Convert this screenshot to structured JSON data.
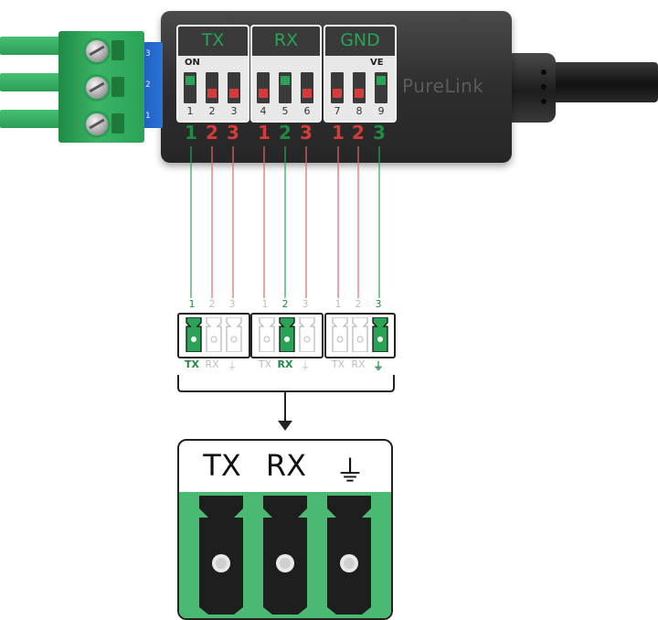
{
  "product": {
    "brand": "PureLink"
  },
  "connector": {
    "pin_labels": [
      "1",
      "2",
      "3"
    ]
  },
  "dip_switches": {
    "on_label": "ON",
    "ve_label": "VE",
    "groups": [
      {
        "title": "TX",
        "switches": [
          {
            "num": "1",
            "state": "on"
          },
          {
            "num": "2",
            "state": "off"
          },
          {
            "num": "3",
            "state": "off"
          }
        ],
        "pins": [
          "1",
          "2",
          "3"
        ],
        "active_pin": 1
      },
      {
        "title": "RX",
        "switches": [
          {
            "num": "4",
            "state": "off"
          },
          {
            "num": "5",
            "state": "on"
          },
          {
            "num": "6",
            "state": "off"
          }
        ],
        "pins": [
          "1",
          "2",
          "3"
        ],
        "active_pin": 2
      },
      {
        "title": "GND",
        "switches": [
          {
            "num": "7",
            "state": "off"
          },
          {
            "num": "8",
            "state": "off"
          },
          {
            "num": "9",
            "state": "on"
          }
        ],
        "pins": [
          "1",
          "2",
          "3"
        ],
        "active_pin": 3
      }
    ]
  },
  "terminal_mini": {
    "groups": [
      {
        "pins": [
          "1",
          "2",
          "3"
        ],
        "labels": [
          "TX",
          "RX",
          "⏚"
        ],
        "active": 1
      },
      {
        "pins": [
          "1",
          "2",
          "3"
        ],
        "labels": [
          "TX",
          "RX",
          "⏚"
        ],
        "active": 2
      },
      {
        "pins": [
          "1",
          "2",
          "3"
        ],
        "labels": [
          "TX",
          "RX",
          "⏚"
        ],
        "active": 3
      }
    ]
  },
  "terminal_large": {
    "labels": [
      "TX",
      "RX",
      "⏚"
    ]
  },
  "colors": {
    "active": "#2aa356",
    "inactive": "#d63b3b",
    "muted": "#bdbdbd"
  }
}
